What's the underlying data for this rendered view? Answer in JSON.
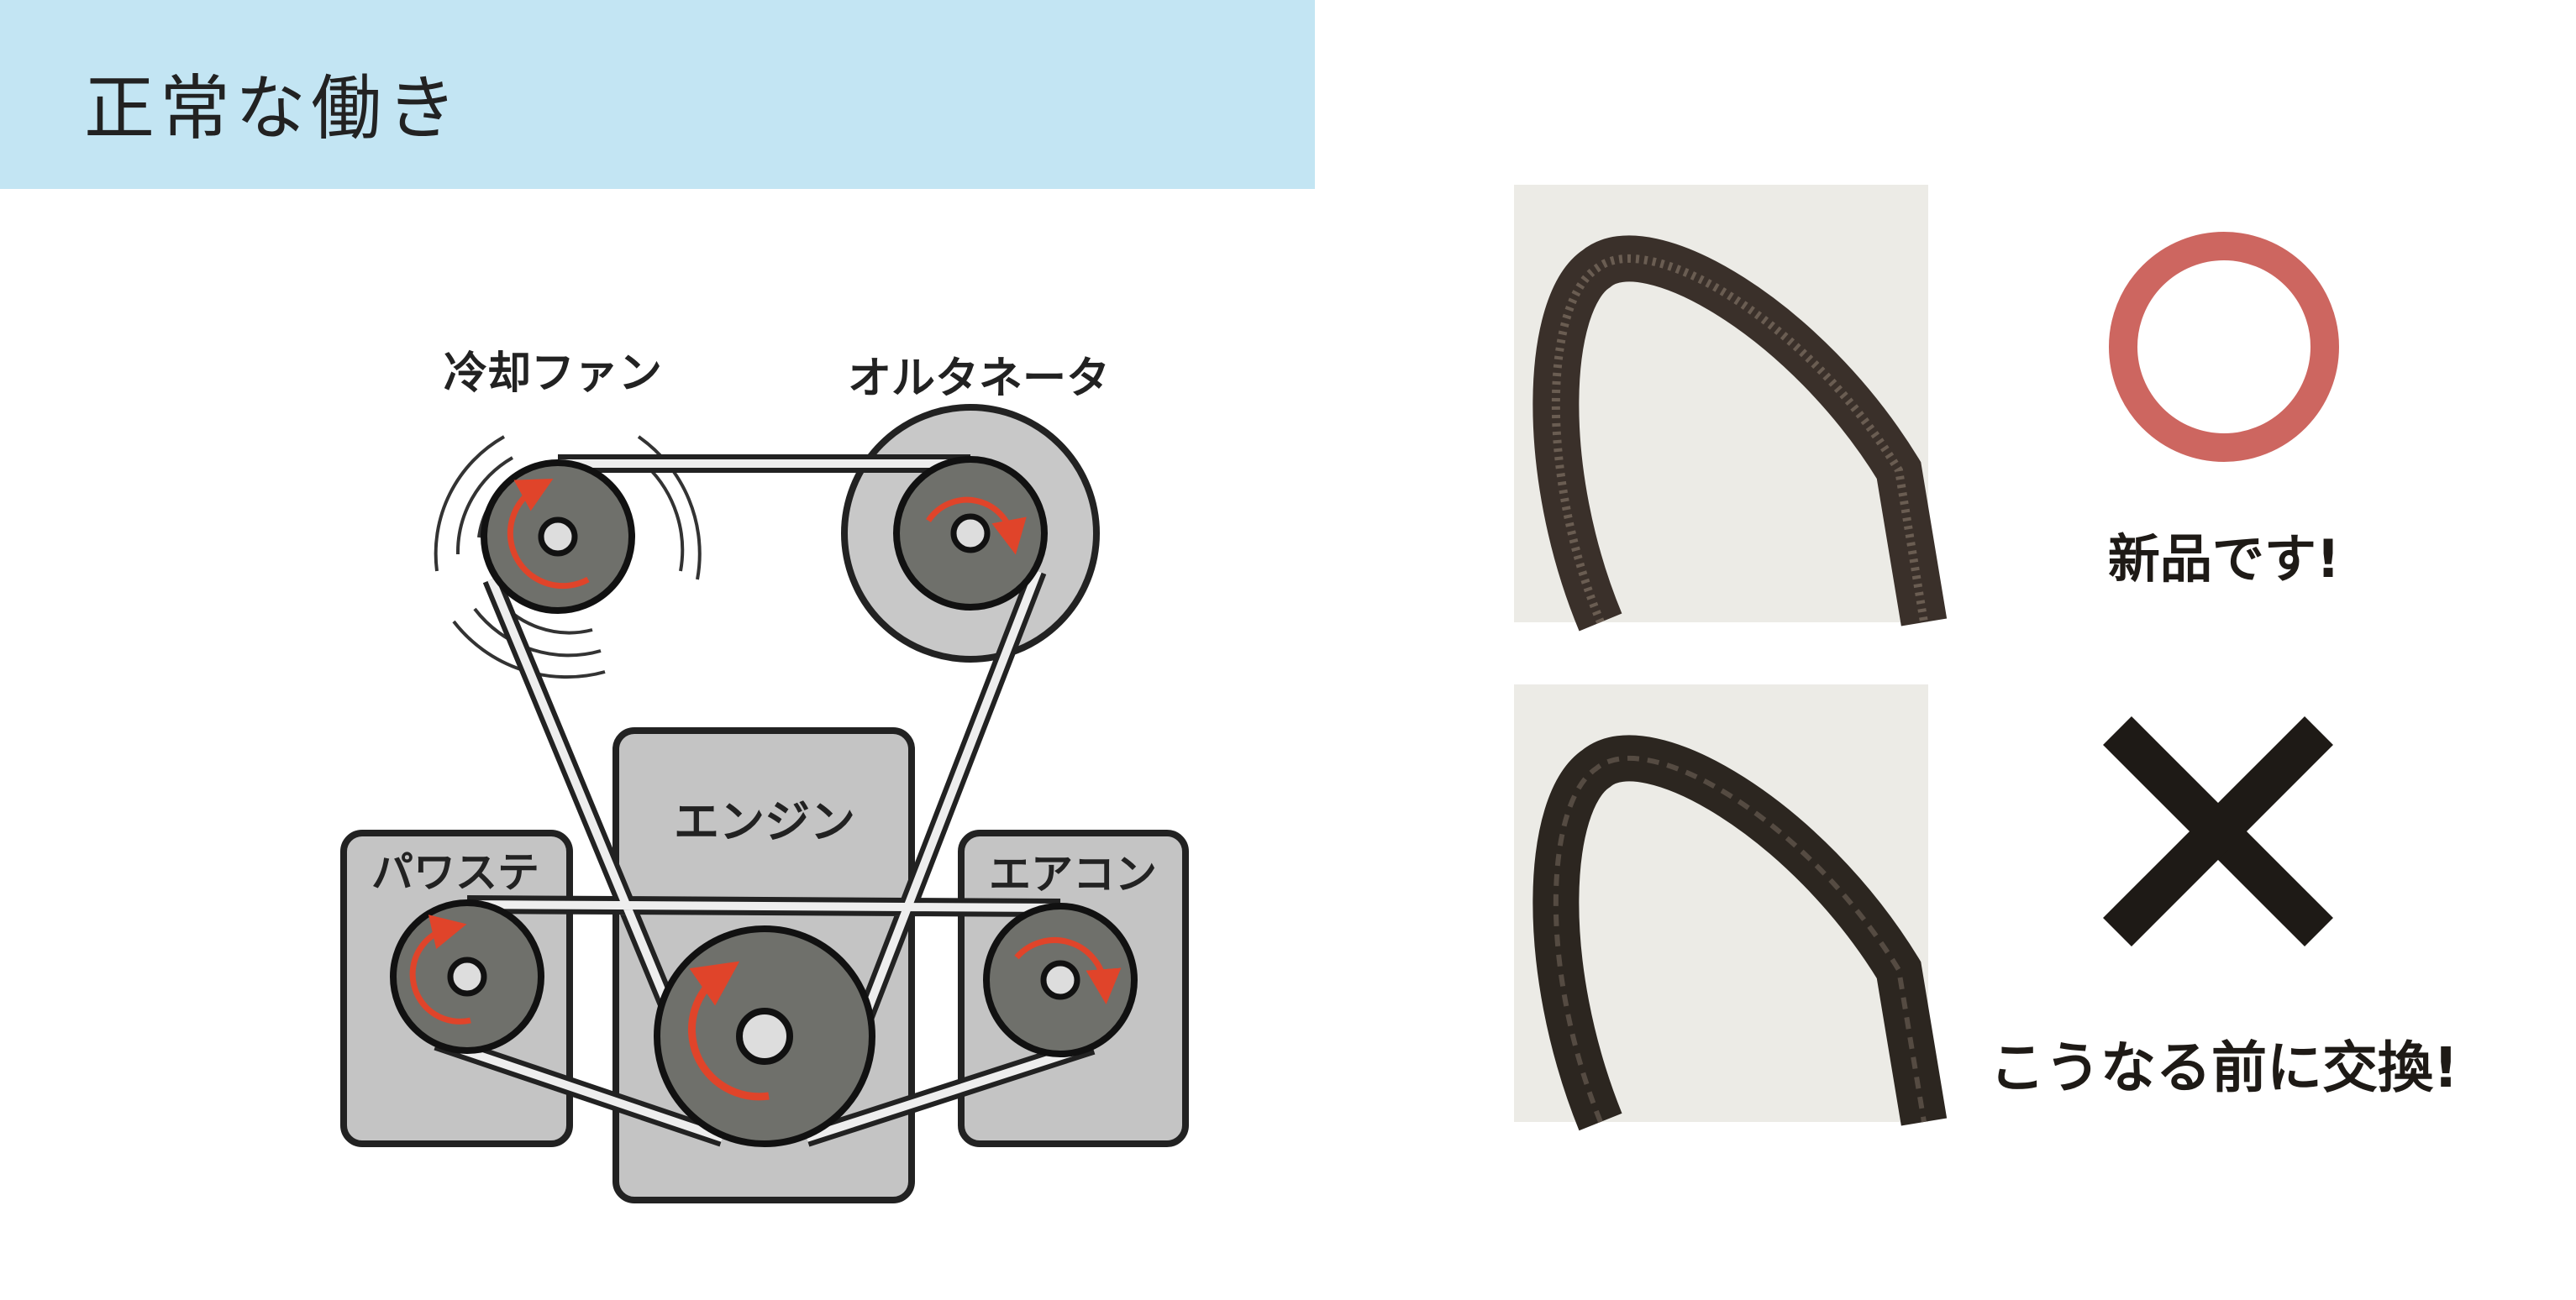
{
  "header": {
    "title": "正常な働き"
  },
  "diagram": {
    "labels": {
      "cooling_fan": "冷却ファン",
      "alternator": "オルタネータ",
      "engine": "エンジン",
      "power_steering": "パワステ",
      "air_conditioner": "エアコン"
    }
  },
  "comparison": {
    "good": {
      "symbol": "circle-icon",
      "caption": "新品です!"
    },
    "bad": {
      "symbol": "cross-icon",
      "caption": "こうなる前に交換!"
    }
  },
  "colors": {
    "header_bg": "#c3e5f3",
    "good_mark": "#cd6660",
    "bad_mark": "#1e1a16",
    "arrow": "#e0442a"
  }
}
